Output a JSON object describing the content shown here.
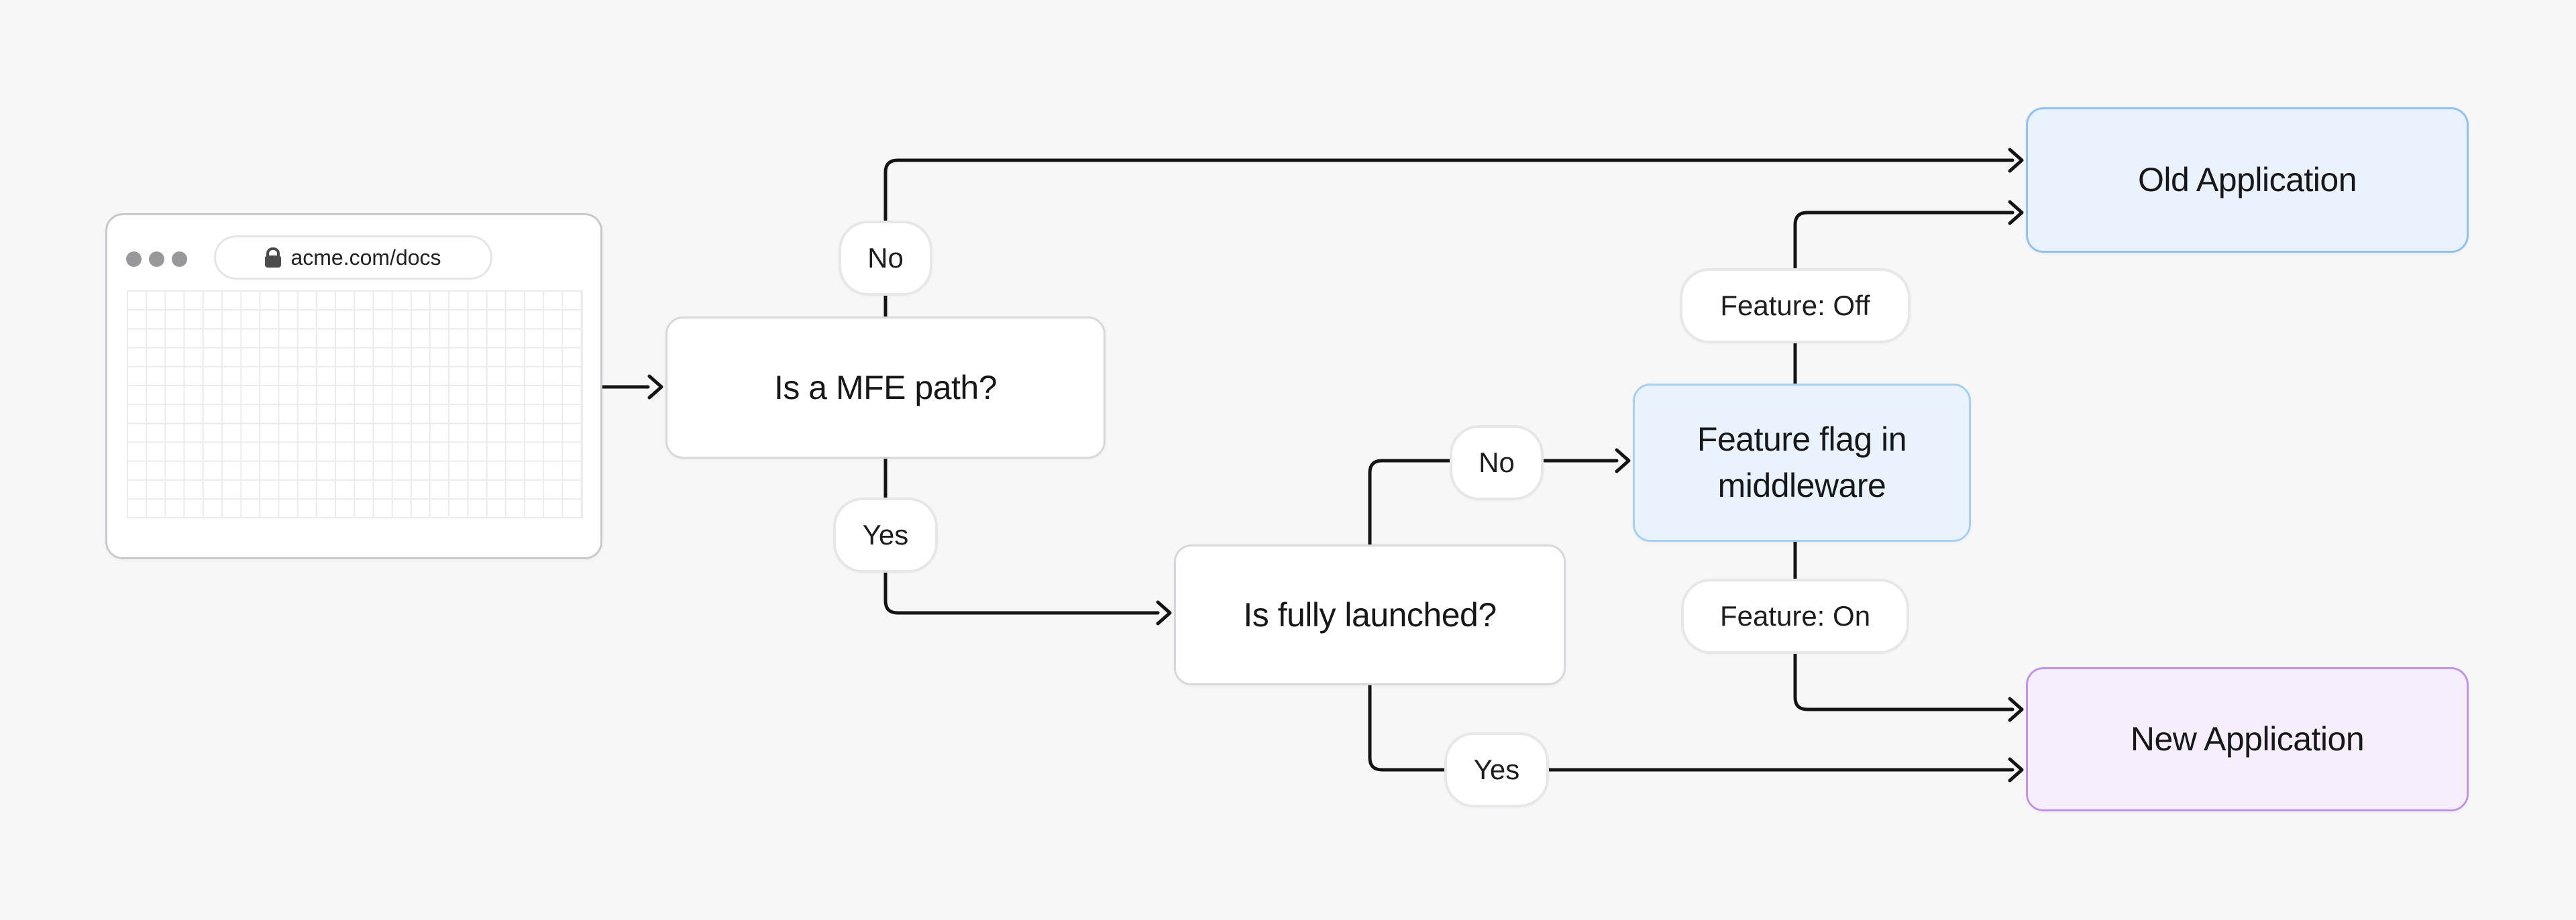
{
  "diagram": {
    "browser": {
      "url": "acme.com/docs"
    },
    "nodes": {
      "mfe_question": {
        "label": "Is a MFE path?",
        "fill": "#ffffff",
        "border": "#d8d8dc"
      },
      "launched_question": {
        "label": "Is fully launched?",
        "fill": "#ffffff",
        "border": "#d8d8dc"
      },
      "feature_flag": {
        "lines": [
          "Feature flag in",
          "middleware"
        ],
        "fill": "#e9f3fd",
        "border": "#a6cff2"
      },
      "old_app": {
        "label": "Old Application",
        "fill": "#e9f2fd",
        "border": "#90c1f0"
      },
      "new_app": {
        "label": "New Application",
        "fill": "#f7eefc",
        "border": "#c294e6"
      }
    },
    "edge_labels": {
      "mfe_no": "No",
      "mfe_yes": "Yes",
      "launched_no": "No",
      "launched_yes": "Yes",
      "feature_off": "Feature: Off",
      "feature_on": "Feature: On"
    },
    "colors": {
      "background": "#f7f7f8",
      "connector_line": "#141414",
      "pill_border": "#e7e7ea",
      "browser_border": "#c9c9cd",
      "traffic_dot": "#98989c"
    }
  }
}
